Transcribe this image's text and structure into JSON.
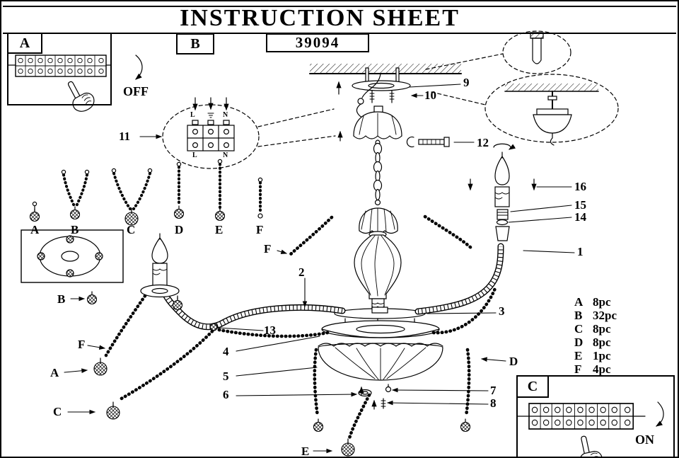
{
  "header": {
    "title": "INSTRUCTION SHEET",
    "model_number": "39094"
  },
  "panels": {
    "a": {
      "label": "A",
      "caption": "OFF"
    },
    "b": {
      "label": "B"
    },
    "c": {
      "label": "C",
      "caption": "ON"
    }
  },
  "wiring_detail": {
    "top_left": "L",
    "top_right": "N",
    "bottom_left": "L",
    "bottom_right": "N"
  },
  "callouts": {
    "n1": "1",
    "n2": "2",
    "n3": "3",
    "n4": "4",
    "n5": "5",
    "n6": "6",
    "n7": "7",
    "n8": "8",
    "n9": "9",
    "n10": "10",
    "n11": "11",
    "n12": "12",
    "n13": "13",
    "n14": "14",
    "n15": "15",
    "n16": "16"
  },
  "part_labels": {
    "legend_a": "A",
    "legend_b": "B",
    "legend_c": "C",
    "legend_d": "D",
    "legend_e": "E",
    "legend_f": "F",
    "left_b": "B",
    "left_f": "F",
    "left_a": "A",
    "left_c": "C",
    "mid_f": "F",
    "right_d": "D",
    "bottom_e": "E"
  },
  "parts_list": {
    "rows": [
      {
        "letter": "A",
        "qty": "8pc"
      },
      {
        "letter": "B",
        "qty": "32pc"
      },
      {
        "letter": "C",
        "qty": "8pc"
      },
      {
        "letter": "D",
        "qty": "8pc"
      },
      {
        "letter": "E",
        "qty": "1pc"
      },
      {
        "letter": "F",
        "qty": "4pc"
      }
    ]
  }
}
